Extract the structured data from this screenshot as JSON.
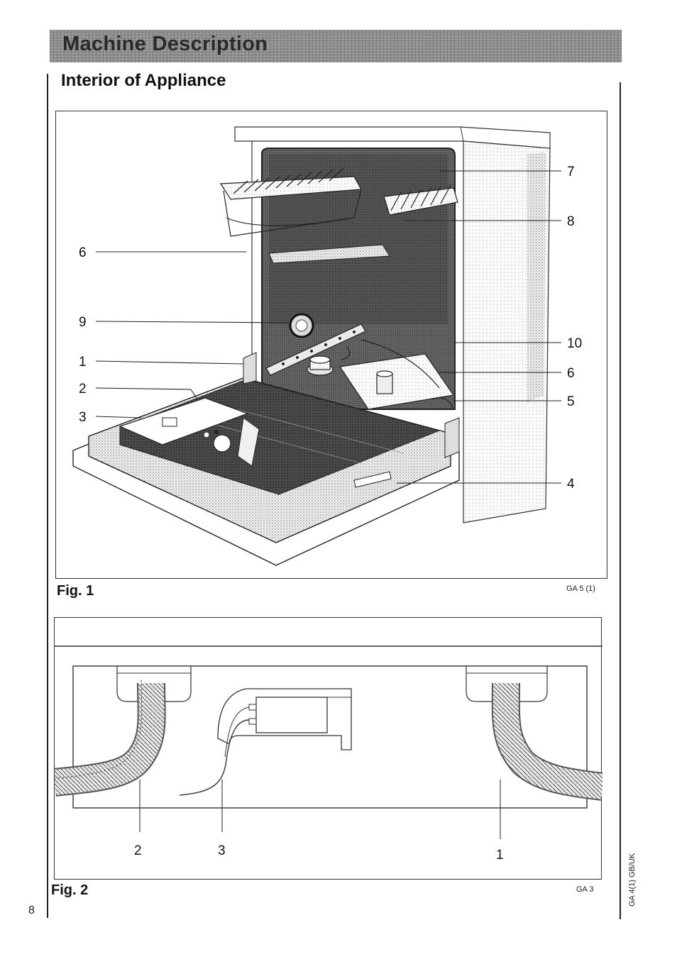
{
  "header": {
    "title": "Machine Description"
  },
  "section": {
    "subtitle": "Interior of Appliance"
  },
  "figure1": {
    "caption": "Fig. 1",
    "code": "GA 5 (1)",
    "callouts_left": [
      "6",
      "9",
      "1",
      "2",
      "3"
    ],
    "callouts_right": [
      "7",
      "8",
      "10",
      "6",
      "5",
      "4"
    ]
  },
  "figure2": {
    "caption": "Fig. 2",
    "code": "GA 3",
    "callouts": [
      "2",
      "3",
      "1"
    ]
  },
  "footer": {
    "page_number": "8",
    "side_code": "GA 4(1)  GB/UK"
  }
}
